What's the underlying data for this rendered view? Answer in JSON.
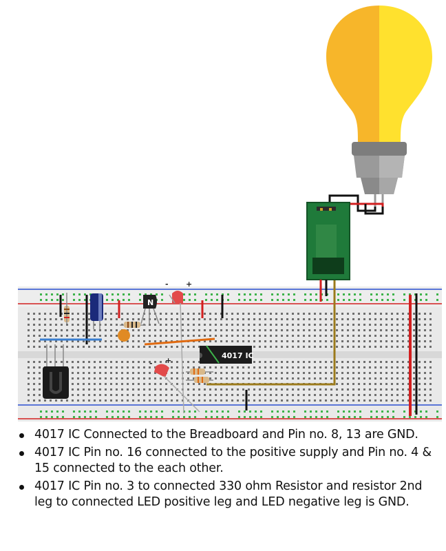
{
  "diagram": {
    "ic_label": "4017 IC",
    "transistor_label": "N",
    "led_top_minus": "-",
    "led_top_plus": "+",
    "led_mid_minus": "-",
    "led_mid_plus": "+",
    "colors": {
      "bulb_left": "#f7b62a",
      "bulb_right": "#ffe12e",
      "bulb_base": "#9a9a9a",
      "relay": "#1f7a3a",
      "breadboard": "#e9e9e9",
      "rail_red": "#d21f1f",
      "rail_blue": "#2a4fd1",
      "hole_green": "#3db34a",
      "wire_orange": "#e06a10",
      "wire_brown": "#9b7a1b",
      "wire_blue": "#3a7fd1"
    }
  },
  "notes": [
    "4017 IC Connected to the Breadboard and Pin no. 8, 13 are GND.",
    "4017 IC Pin no. 16 connected to the positive supply and Pin no. 4 & 15 connected to the each other.",
    "4017 IC Pin no. 3 to connected 330 ohm Resistor and resistor 2nd leg to connected LED positive leg and LED negative leg is GND."
  ]
}
